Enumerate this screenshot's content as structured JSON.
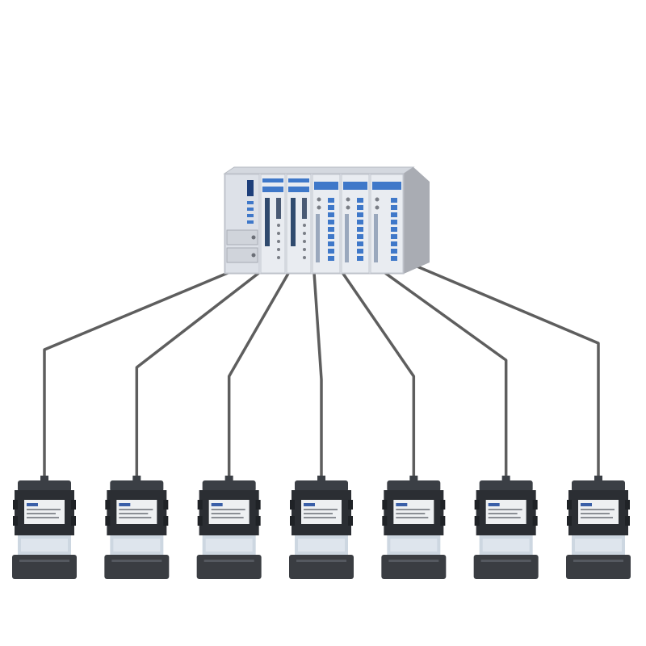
{
  "diagram": {
    "controller": {
      "label": "",
      "modules": [
        {
          "kind": "power"
        },
        {
          "kind": "cpu"
        },
        {
          "kind": "cpu"
        },
        {
          "kind": "io"
        },
        {
          "kind": "io"
        },
        {
          "kind": "io"
        }
      ]
    },
    "devices": [
      {
        "label": ""
      },
      {
        "label": ""
      },
      {
        "label": ""
      },
      {
        "label": ""
      },
      {
        "label": ""
      },
      {
        "label": ""
      },
      {
        "label": ""
      }
    ],
    "colors": {
      "cable": "#5e5e5e",
      "controller_face": "#e6e9ef",
      "controller_side": "#a9acb3",
      "accent_blue": "#3f78c9",
      "accent_dark": "#1e3f7a",
      "device_top": "#3b3f45",
      "device_body": "#2b2e33",
      "device_clear": "#c8d3de",
      "device_base": "#3a3d42"
    }
  }
}
